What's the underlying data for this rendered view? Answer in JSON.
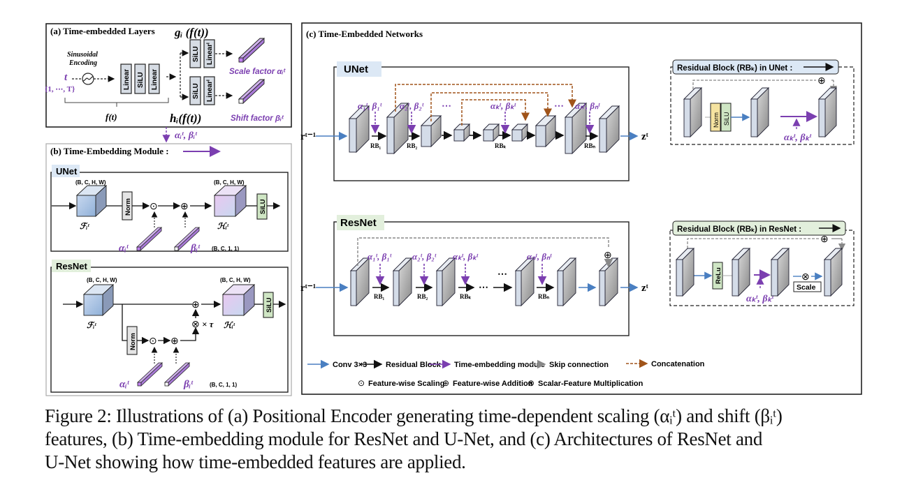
{
  "colors": {
    "purple": "#7b3fb0",
    "blue": "#4a7fc1",
    "brown": "#a0541a",
    "gray_dash": "#888888",
    "unet_tag": "#dce8f5",
    "resnet_tag": "#e2efdc",
    "norm_yellow": "#f5e3a0",
    "silu_green": "#cfe6c4"
  },
  "panel_a": {
    "title": "(a) Time-embedded Layers",
    "g_label": "gᵢ (f(t))",
    "h_label": "hᵢ(f(t))",
    "sinusoidal": "Sinusoidal",
    "encoding": "Encoding",
    "t": "t",
    "t_range": "{1, ⋯, T}",
    "f_label": "f(t)",
    "layers": [
      "Linear",
      "SiLU",
      "Linear"
    ],
    "branch_layers": [
      "SiLU",
      "Linearⁱ"
    ],
    "scale_label": "Scale factor αᵢᵗ",
    "shift_label": "Shift factor βᵢᵗ",
    "output_label": "αᵢᵗ, βᵢᵗ"
  },
  "panel_b": {
    "title": "(b) Time-Embedding Module :",
    "unet": {
      "tag": "UNet",
      "shape_in": "(B, C, H, W)",
      "shape_out": "(B, C, H, W)",
      "shape_vec": "(B, C, 1, 1)",
      "f_label": "ℱᵢᵗ",
      "h_label": "ℋᵢᵗ",
      "norm": "Norm",
      "silu": "SiLU",
      "alpha": "αᵢᵗ",
      "beta": "βᵢᵗ"
    },
    "resnet": {
      "tag": "ResNet",
      "shape_in": "(B, C, H, W)",
      "shape_out": "(B, C, H, W)",
      "shape_vec": "(B, C, 1, 1)",
      "f_label": "ℱᵢᵗ",
      "h_label": "ℋᵢᵗ",
      "norm": "Norm",
      "silu": "SiLU",
      "tau": "× τ",
      "alpha": "αᵢᵗ",
      "beta": "βᵢᵗ"
    }
  },
  "panel_c": {
    "title": "(c) Time-Embedded Networks",
    "unet": {
      "tag": "UNet",
      "input": "rᵗ⁻¹",
      "output": "zᵗ",
      "params": [
        "α₁ᵗ, β₁ᵗ",
        "α₂ᵗ, β₂ᵗ",
        "αₖᵗ, βₖᵗ",
        "αₙᵗ, βₙᵗ"
      ],
      "blocks": [
        "RB₁",
        "RB₂",
        "RBₖ",
        "RBₙ"
      ],
      "ellipsis": "⋯"
    },
    "unet_rb": {
      "title": "Residual Block (RBₖ) in UNet :",
      "norm": "Norm",
      "silu": "SiLU",
      "params": "αₖᵗ, βₖᵗ"
    },
    "resnet": {
      "tag": "ResNet",
      "input": "rᵗ⁻¹",
      "output": "zᵗ",
      "params": [
        "α₁ᵗ, β₁ᵗ",
        "α₂ᵗ, β₂ᵗ",
        "αₖᵗ, βₖᵗ",
        "αₙᵗ, βₙᵗ"
      ],
      "blocks": [
        "RB₁",
        "RB₂",
        "RBₖ",
        "RBₙ"
      ],
      "ellipsis": "⋯"
    },
    "resnet_rb": {
      "title": "Residual Block (RBₖ) in ResNet :",
      "relu": "ReLu",
      "scale": "Scale",
      "params": "αₖᵗ, βₖᵗ"
    },
    "legend": {
      "row1": [
        "Conv 3×3",
        "Residual Block",
        "Time-embedding module",
        "Skip connection",
        "Concatenation"
      ],
      "row2": [
        "Feature-wise Scaling",
        "Feature-wise Addition",
        "Scalar-Feature Multiplication"
      ],
      "symbols": [
        "⊙",
        "⊕",
        "⊗"
      ]
    }
  },
  "caption": {
    "line1": "Figure 2: Illustrations of (a) Positional Encoder generating time-dependent scaling (αᵢᵗ) and shift (βᵢᵗ)",
    "line2": "features, (b) Time-embedding module for ResNet and U-Net, and (c) Architectures of ResNet and",
    "line3": "U-Net showing how time-embedded features are applied."
  }
}
